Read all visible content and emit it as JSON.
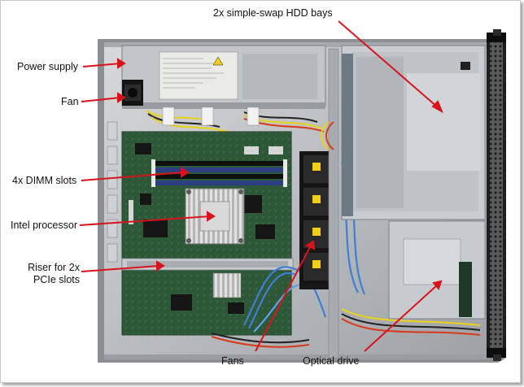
{
  "labels": {
    "hdd_bays": "2x simple-swap HDD bays",
    "power_supply": "Power supply",
    "fan": "Fan",
    "dimm_slots": "4x DIMM slots",
    "intel_processor": "Intel processor",
    "riser_line1": "Riser for 2x",
    "riser_line2": "PCIe slots",
    "fans": "Fans",
    "optical_drive": "Optical drive"
  },
  "colors": {
    "arrow": "#d8131b",
    "chassis": "#b9bcbf",
    "motherboard": "#2f5a3a",
    "drive_bay": "#c9ccd0"
  }
}
